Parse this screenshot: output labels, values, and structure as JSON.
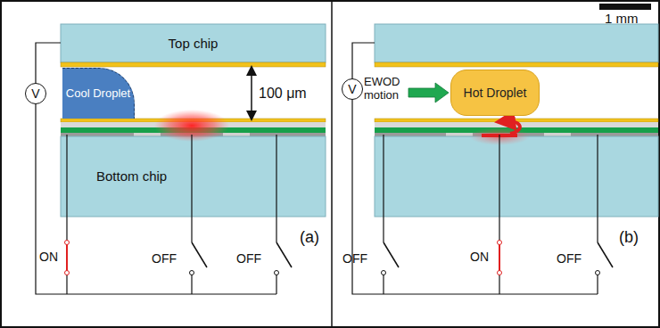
{
  "diagram": {
    "nodes": [
      {
        "text": [
          "Top chip"
        ]
      },
      {
        "text": [
          "V"
        ]
      },
      {
        "text": [
          "Cool Droplet"
        ]
      },
      {
        "text": [
          "Bottom chip"
        ]
      },
      {
        "text": [
          "V"
        ]
      },
      {
        "text": [
          "Hot Droplet"
        ]
      }
    ],
    "labels": [
      "1 mm",
      "100 μm",
      "ON",
      "OFF",
      "OFF",
      "(a)",
      "EWOD motion",
      "OFF",
      "ON",
      "OFF",
      "(b)"
    ]
  }
}
